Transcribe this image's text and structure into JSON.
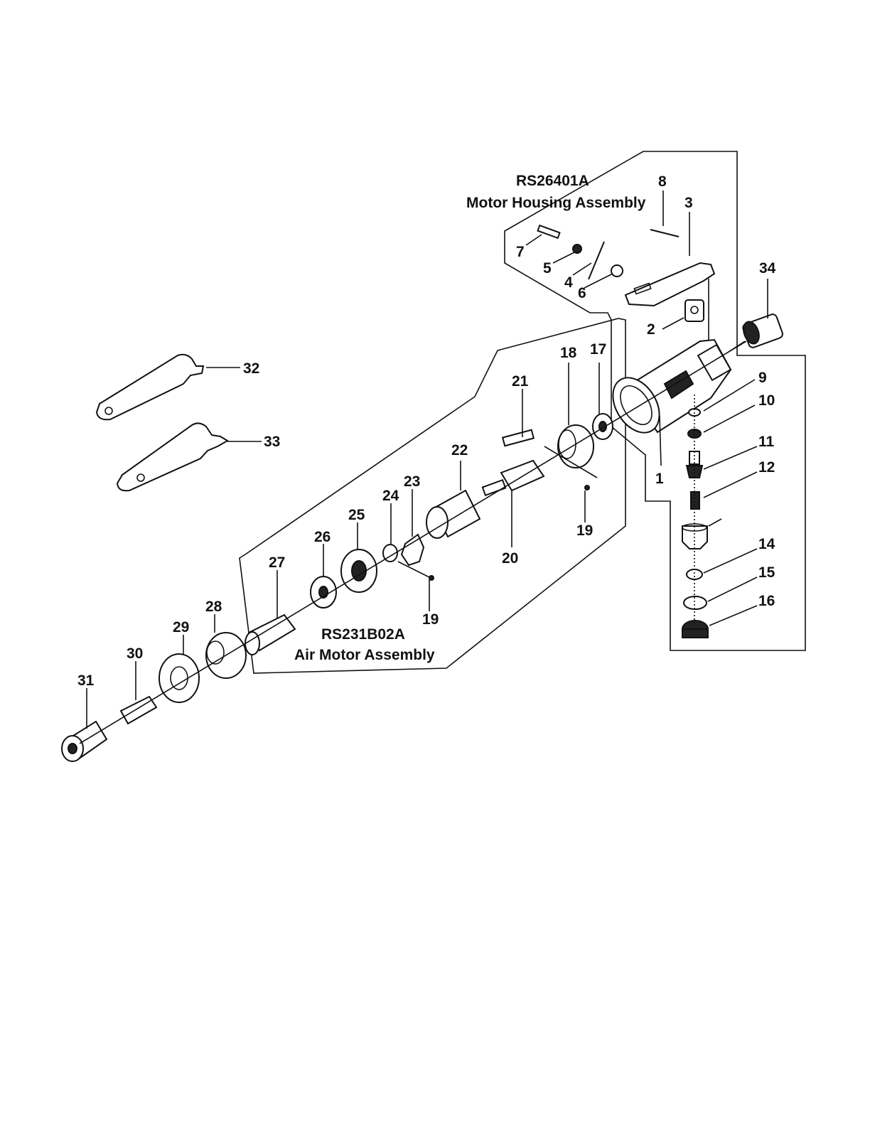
{
  "assemblies": {
    "motor_housing": {
      "code": "RS26401A",
      "name": "Motor Housing Assembly"
    },
    "air_motor": {
      "code": "RS231B02A",
      "name": "Air Motor Assembly"
    }
  },
  "callouts": {
    "c1": "1",
    "c2": "2",
    "c3": "3",
    "c4": "4",
    "c5": "5",
    "c6": "6",
    "c7": "7",
    "c8": "8",
    "c9": "9",
    "c10": "10",
    "c11": "11",
    "c12": "12",
    "c14": "14",
    "c15": "15",
    "c16": "16",
    "c17": "17",
    "c18": "18",
    "c19a": "19",
    "c19b": "19",
    "c20": "20",
    "c21": "21",
    "c22": "22",
    "c23": "23",
    "c24": "24",
    "c25": "25",
    "c26": "26",
    "c27": "27",
    "c28": "28",
    "c29": "29",
    "c30": "30",
    "c31": "31",
    "c32": "32",
    "c33": "33",
    "c34": "34"
  }
}
